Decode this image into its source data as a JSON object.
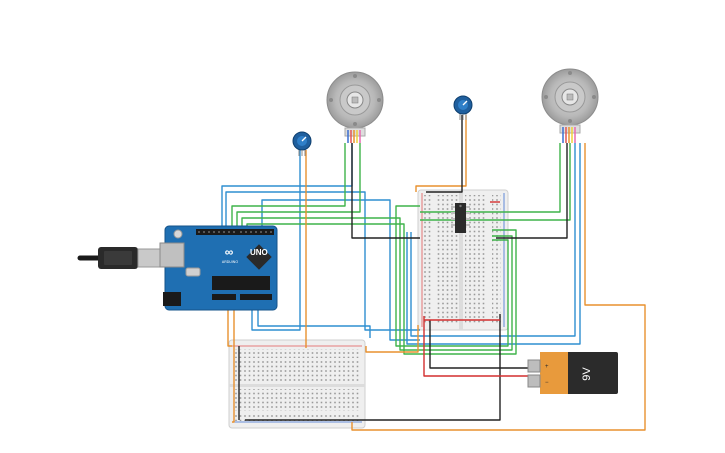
{
  "arduino": {
    "logo": "∞",
    "model": "UNO",
    "brand": "ARDUINO"
  },
  "battery": {
    "label": "9V",
    "plus": "+",
    "minus": "−"
  },
  "components": {
    "motors": [
      "stepper-motor-left",
      "stepper-motor-right"
    ],
    "potentiometers": [
      "potentiometer-left",
      "potentiometer-right"
    ],
    "breadboards": [
      "breadboard-bottom",
      "breadboard-right"
    ],
    "ic": "driver-chip"
  },
  "colors": {
    "arduino": "#1f6fb2",
    "breadboard": "#ececec",
    "wire_blue": "#2f8fd0",
    "wire_green": "#3fb34a",
    "wire_orange": "#e8912f",
    "wire_black": "#222222",
    "wire_red": "#d32f2f",
    "battery_body": "#2b2b2b",
    "battery_cap": "#e89a3c"
  }
}
